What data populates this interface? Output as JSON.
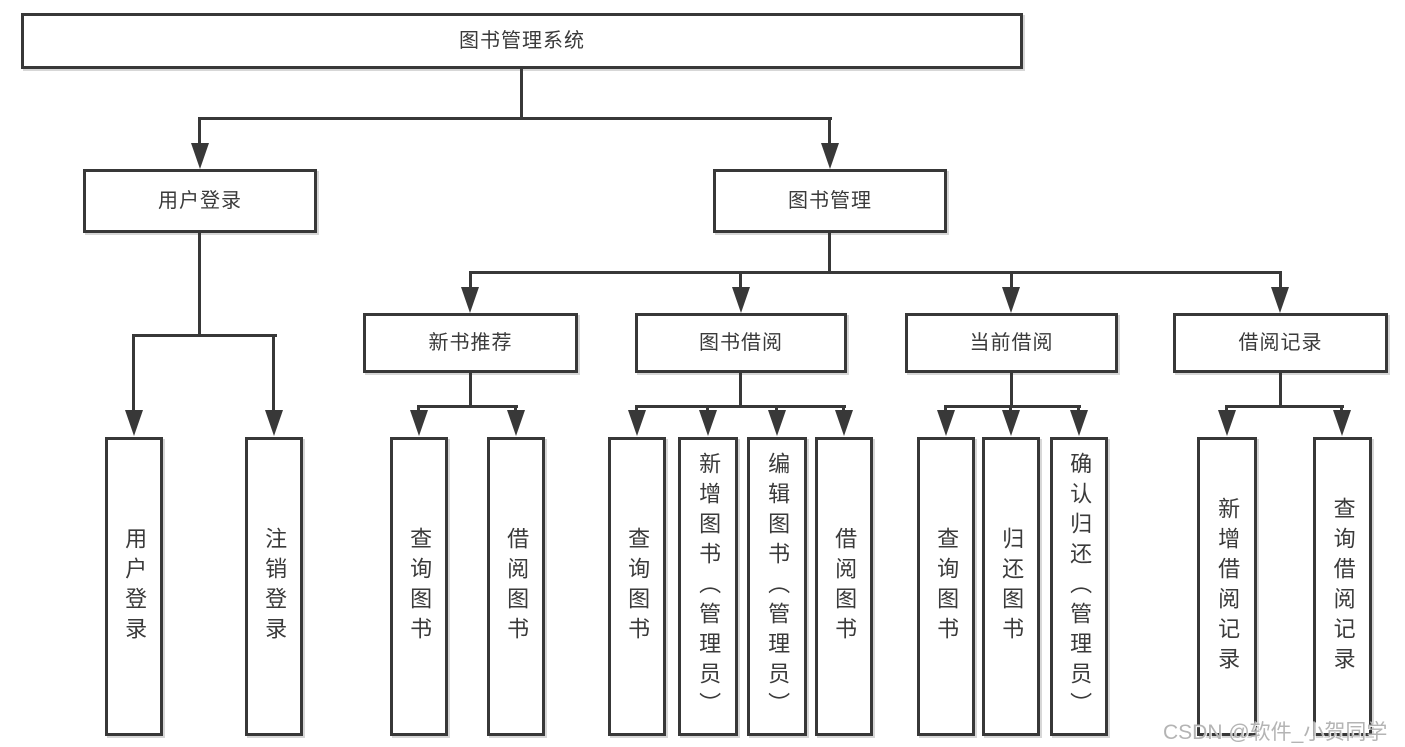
{
  "root": {
    "label": "图书管理系统",
    "children": [
      {
        "label": "用户登录",
        "children": [
          {
            "label": "用户登录"
          },
          {
            "label": "注销登录"
          }
        ]
      },
      {
        "label": "图书管理",
        "children": [
          {
            "label": "新书推荐",
            "children": [
              {
                "label": "查询图书"
              },
              {
                "label": "借阅图书"
              }
            ]
          },
          {
            "label": "图书借阅",
            "children": [
              {
                "label": "查询图书"
              },
              {
                "label": "新增图书（管理员）"
              },
              {
                "label": "编辑图书（管理员）"
              },
              {
                "label": "借阅图书"
              }
            ]
          },
          {
            "label": "当前借阅",
            "children": [
              {
                "label": "查询图书"
              },
              {
                "label": "归还图书"
              },
              {
                "label": "确认归还（管理员）"
              }
            ]
          },
          {
            "label": "借阅记录",
            "children": [
              {
                "label": "新增借阅记录"
              },
              {
                "label": "查询借阅记录"
              }
            ]
          }
        ]
      }
    ]
  },
  "watermark": "CSDN @软件_小贺同学",
  "colors": {
    "line": "#383838",
    "text": "#3a3a3a",
    "background": "#ffffff",
    "watermark": "#b4b4b4"
  }
}
